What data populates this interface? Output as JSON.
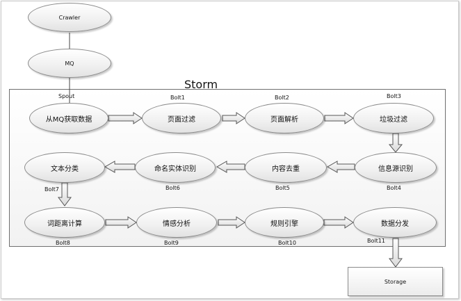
{
  "container": {
    "title": "Storm"
  },
  "nodes": {
    "crawler": "Crawler",
    "mq": "MQ",
    "fetch": "从MQ获取数据",
    "page_filter": "页面过滤",
    "page_parse": "页面解析",
    "spam_filter": "垃圾过滤",
    "source_id": "信息源识别",
    "dedup": "内容去重",
    "ner": "命名实体识别",
    "text_class": "文本分类",
    "word_freq": "词距离计算",
    "sentiment": "情感分析",
    "rule_engine": "规则引擎",
    "distribute": "数据分发",
    "storage": "Storage"
  },
  "labels": {
    "spout": "Spout",
    "bolt1": "Bolt1",
    "bolt2": "Bolt2",
    "bolt3": "Bolt3",
    "bolt4": "Bolt4",
    "bolt5": "Bolt5",
    "bolt6": "Bolt6",
    "bolt7": "Bolt7",
    "bolt8": "Bolt8",
    "bolt9": "Bolt9",
    "bolt10": "Bolt10",
    "bolt11": "Bolt11"
  },
  "colors": {
    "border": "#8a8a8a",
    "arrow_fill": "#ffffff",
    "arrow_stroke": "#555555"
  }
}
